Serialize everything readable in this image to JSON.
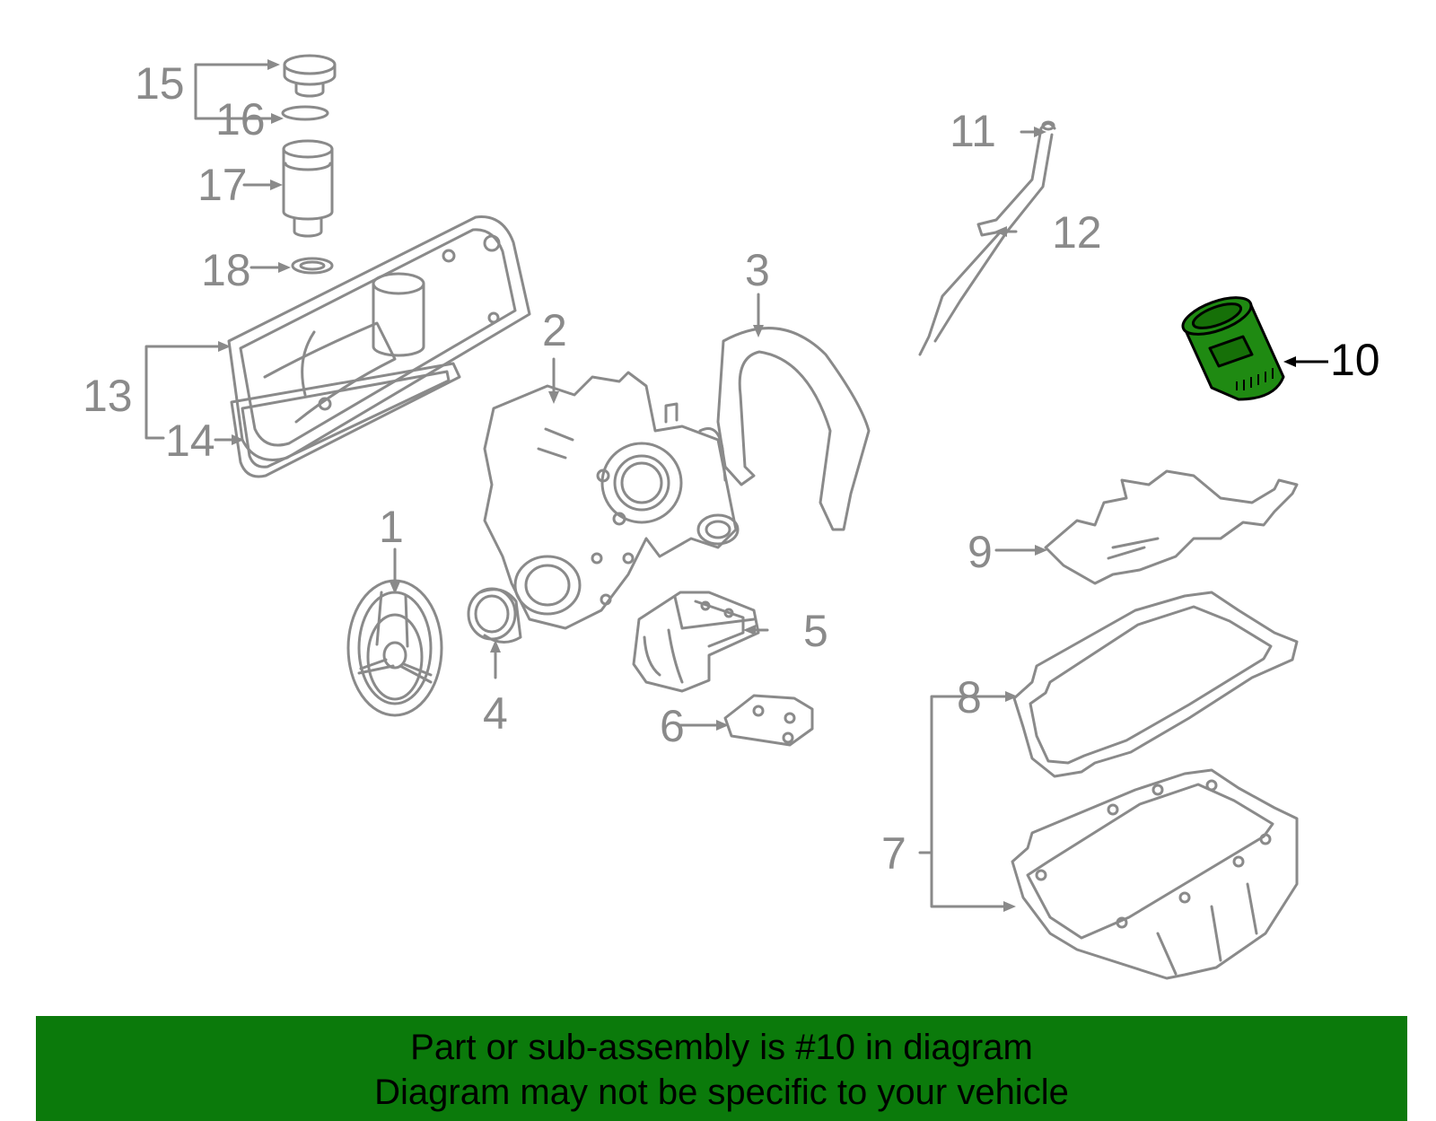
{
  "callouts": [
    {
      "id": "1",
      "label": "1"
    },
    {
      "id": "2",
      "label": "2"
    },
    {
      "id": "3",
      "label": "3"
    },
    {
      "id": "4",
      "label": "4"
    },
    {
      "id": "5",
      "label": "5"
    },
    {
      "id": "6",
      "label": "6"
    },
    {
      "id": "7",
      "label": "7"
    },
    {
      "id": "8",
      "label": "8"
    },
    {
      "id": "9",
      "label": "9"
    },
    {
      "id": "10",
      "label": "10",
      "highlighted": true
    },
    {
      "id": "11",
      "label": "11"
    },
    {
      "id": "12",
      "label": "12"
    },
    {
      "id": "13",
      "label": "13"
    },
    {
      "id": "14",
      "label": "14"
    },
    {
      "id": "15",
      "label": "15"
    },
    {
      "id": "16",
      "label": "16"
    },
    {
      "id": "17",
      "label": "17"
    },
    {
      "id": "18",
      "label": "18"
    }
  ],
  "banner": {
    "line1": "Part or sub-assembly is #10 in diagram",
    "line2": "Diagram may not be specific to your vehicle"
  },
  "colors": {
    "line_art": "#8a8a8a",
    "highlight_part": "#1f8a12",
    "banner_bg": "#0b7a0b",
    "banner_text": "#000000"
  }
}
